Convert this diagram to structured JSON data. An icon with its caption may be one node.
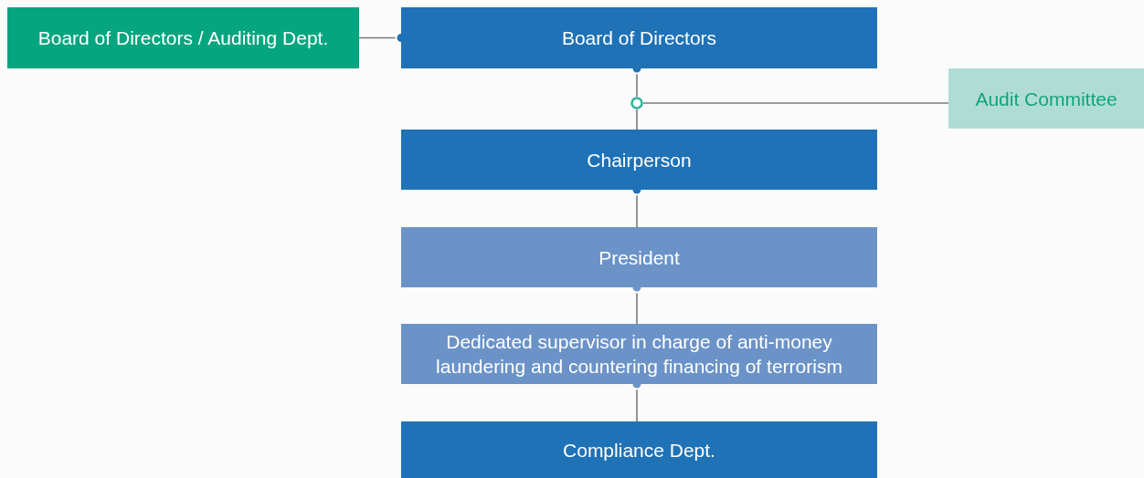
{
  "diagram": {
    "nodes": [
      {
        "text": [
          "Board of Directors / Auditing Dept."
        ]
      },
      {
        "text": [
          "Board of Directors"
        ]
      },
      {
        "text": [
          "Audit Committee"
        ]
      },
      {
        "text": [],
        "shape": "circle"
      },
      {
        "text": [
          "Chairperson"
        ]
      },
      {
        "text": [
          "President"
        ]
      },
      {
        "text": [
          "Dedicated supervisor in charge of anti-money laundering and countering financing of terrorism"
        ]
      },
      {
        "text": [
          "Compliance Dept."
        ]
      }
    ],
    "edges": [
      {
        "from": 1,
        "to": 0,
        "arrow": "other"
      },
      {
        "from": 1,
        "to": 3,
        "arrow": "other"
      },
      {
        "from": 2,
        "to": 3,
        "arrow": "none"
      },
      {
        "from": 3,
        "to": 4,
        "arrow": "none"
      },
      {
        "from": 4,
        "to": 5,
        "arrow": "other"
      },
      {
        "from": 5,
        "to": 6,
        "arrow": "other"
      },
      {
        "from": 6,
        "to": 7,
        "arrow": "other"
      }
    ]
  }
}
